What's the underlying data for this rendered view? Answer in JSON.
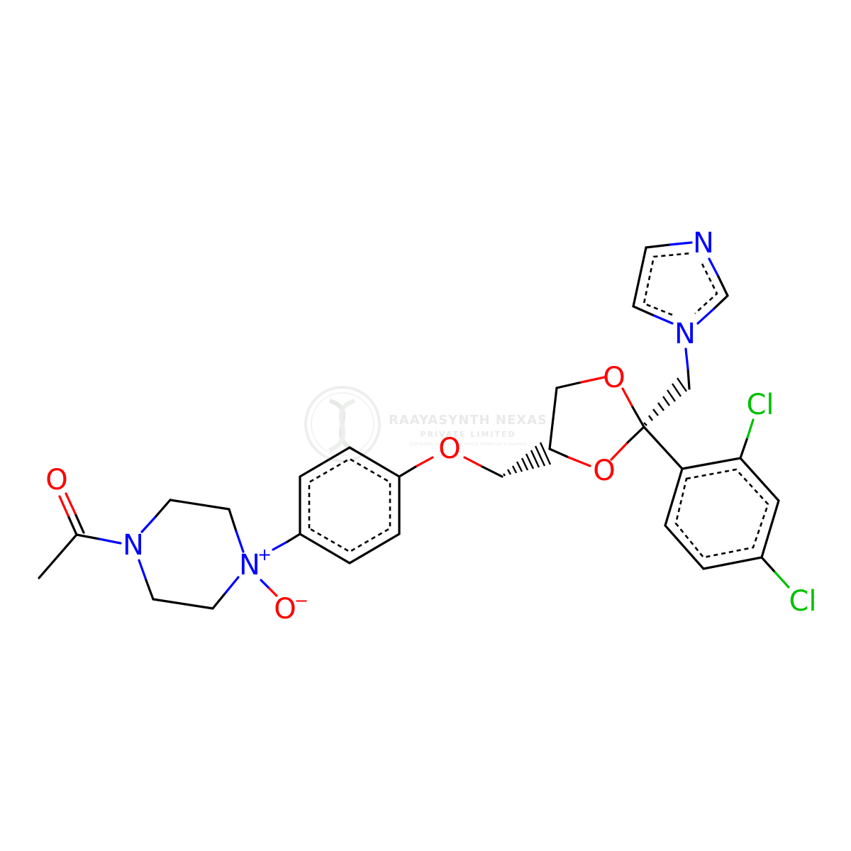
{
  "colors": {
    "carbon_bond": "#000000",
    "nitrogen": "#0000ff",
    "oxygen": "#ff0000",
    "chlorine": "#00c000",
    "watermark": "#d8dcd8"
  },
  "watermark": {
    "name": "RAAYASYNTH NEXAS",
    "subtitle": "PRIVATE LIMITED",
    "tagline": "Complete solution for every molecule's journey"
  },
  "atoms": {
    "carbonyl_o": "O",
    "amide_n": "N",
    "oxide_n": "N",
    "oxide_n_charge": "+",
    "oxide_o": "O",
    "oxide_o_charge": "−",
    "ether_o": "O",
    "ring_o_top": "O",
    "ring_o_bottom": "O",
    "imid_n1": "N",
    "imid_n3": "N",
    "cl_ortho": "Cl",
    "cl_para": "Cl"
  }
}
